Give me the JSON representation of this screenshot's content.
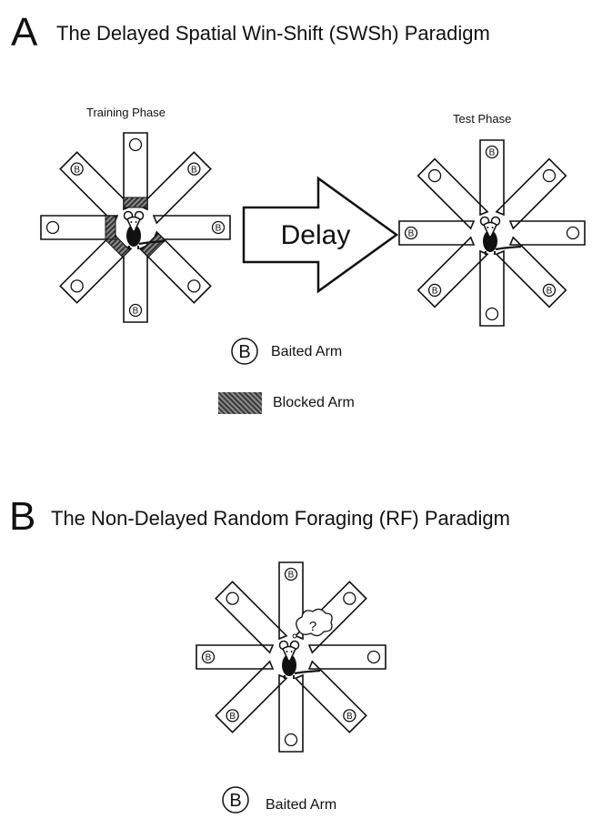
{
  "panel_a": {
    "letter": "A",
    "title": "The Delayed Spatial Win-Shift (SWSh) Paradigm",
    "training_label": "Training Phase",
    "test_label": "Test Phase",
    "delay_label": "Delay",
    "bait_symbol": "B",
    "legend_baited": "Baited Arm",
    "legend_blocked": "Blocked Arm",
    "training_maze": {
      "arms": [
        {
          "angle": 0,
          "content": "empty",
          "blocked": true
        },
        {
          "angle": 45,
          "content": "bait",
          "blocked": false
        },
        {
          "angle": 90,
          "content": "bait",
          "blocked": false
        },
        {
          "angle": 135,
          "content": "empty",
          "blocked": true
        },
        {
          "angle": 180,
          "content": "bait",
          "blocked": false
        },
        {
          "angle": 225,
          "content": "empty",
          "blocked": true
        },
        {
          "angle": 270,
          "content": "empty",
          "blocked": true
        },
        {
          "angle": 315,
          "content": "bait",
          "blocked": false
        }
      ]
    },
    "test_maze": {
      "arms": [
        {
          "angle": 0,
          "content": "bait",
          "blocked": false
        },
        {
          "angle": 45,
          "content": "empty",
          "blocked": false
        },
        {
          "angle": 90,
          "content": "empty",
          "blocked": false
        },
        {
          "angle": 135,
          "content": "bait",
          "blocked": false
        },
        {
          "angle": 180,
          "content": "empty",
          "blocked": false
        },
        {
          "angle": 225,
          "content": "bait",
          "blocked": false
        },
        {
          "angle": 270,
          "content": "bait",
          "blocked": false
        },
        {
          "angle": 315,
          "content": "empty",
          "blocked": false
        }
      ]
    }
  },
  "panel_b": {
    "letter": "B",
    "title": "The Non-Delayed Random Foraging (RF) Paradigm",
    "bait_symbol": "B",
    "thought_symbol": "?",
    "legend_baited": "Baited Arm",
    "maze": {
      "arms": [
        {
          "angle": 0,
          "content": "bait",
          "blocked": false
        },
        {
          "angle": 45,
          "content": "empty",
          "blocked": false
        },
        {
          "angle": 90,
          "content": "empty",
          "blocked": false
        },
        {
          "angle": 135,
          "content": "bait",
          "blocked": false
        },
        {
          "angle": 180,
          "content": "empty",
          "blocked": false
        },
        {
          "angle": 225,
          "content": "bait",
          "blocked": false
        },
        {
          "angle": 270,
          "content": "bait",
          "blocked": false
        },
        {
          "angle": 315,
          "content": "empty",
          "blocked": false
        }
      ]
    }
  },
  "colors": {
    "ink": "#111111",
    "blocked_fill": "#555555",
    "background": "#ffffff"
  }
}
